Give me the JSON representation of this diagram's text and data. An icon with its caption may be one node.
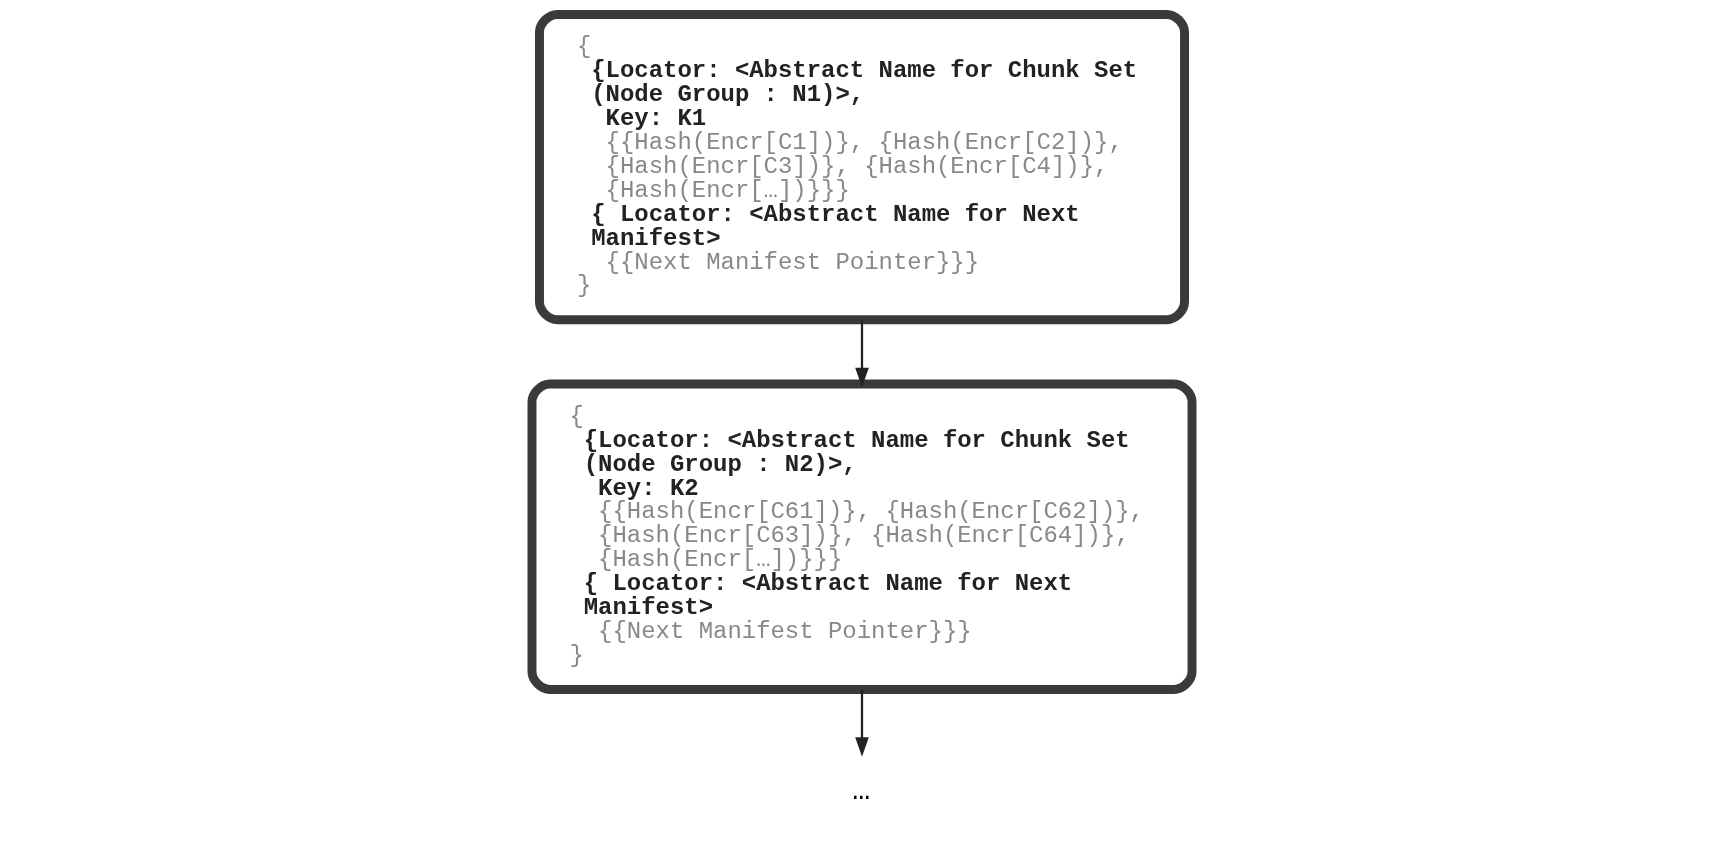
{
  "diagram": {
    "nodes": [
      {
        "text": [
          "{",
          "{Locator: <Abstract Name for Chunk Set (Node Group : N1)>,",
          "Key: K1",
          "{{Hash(Encr[C1])}, {Hash(Encr[C2])}, {Hash(Encr[C3])}, {Hash(Encr[C4])}, {Hash(Encr[…])}}}",
          "{ Locator: <Abstract Name for Next Manifest>",
          "{{Next Manifest Pointer}}}",
          "}"
        ]
      },
      {
        "text": [
          "{",
          "{Locator: <Abstract Name for Chunk Set (Node Group : N2)>,",
          "Key: K2",
          "{{Hash(Encr[C61])}, {Hash(Encr[C62])}, {Hash(Encr[C63])}, {Hash(Encr[C64])}, {Hash(Encr[…])}}}",
          "{ Locator: <Abstract Name for Next Manifest>",
          "{{Next Manifest Pointer}}}",
          "}"
        ]
      },
      {
        "text": [
          "…"
        ]
      }
    ],
    "edges": [
      {
        "from": 0,
        "to": 1,
        "arrow": "to"
      },
      {
        "from": 1,
        "to": 2,
        "arrow": "to"
      }
    ]
  }
}
